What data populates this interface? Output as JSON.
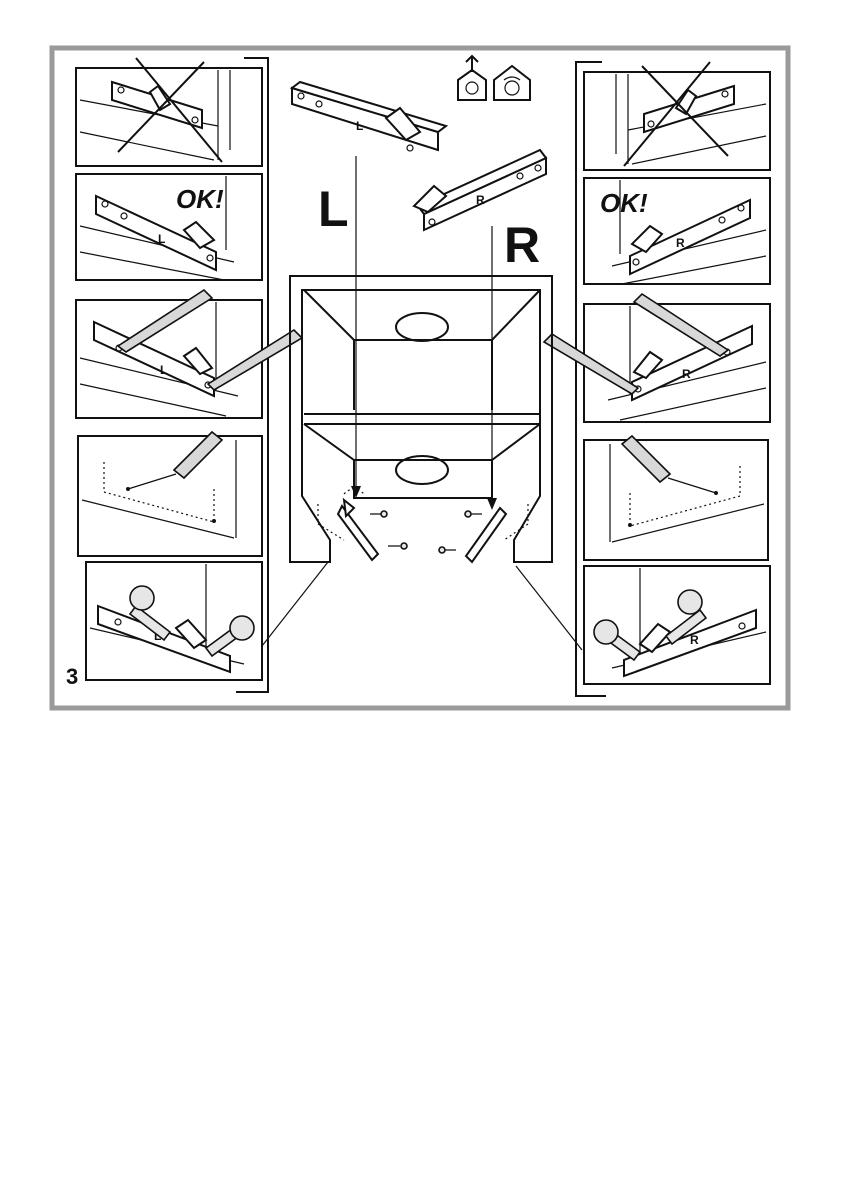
{
  "figure": {
    "step_number": "3",
    "label_left": "L",
    "label_right": "R",
    "ok_text": "OK!",
    "bracket_left_mark": "L",
    "bracket_right_mark": "R",
    "icons": [
      "ducted-fan-icon",
      "recirculation-fan-icon"
    ]
  },
  "colors": {
    "border": "#9a9a9a",
    "ink": "#111111",
    "paper": "#ffffff"
  }
}
